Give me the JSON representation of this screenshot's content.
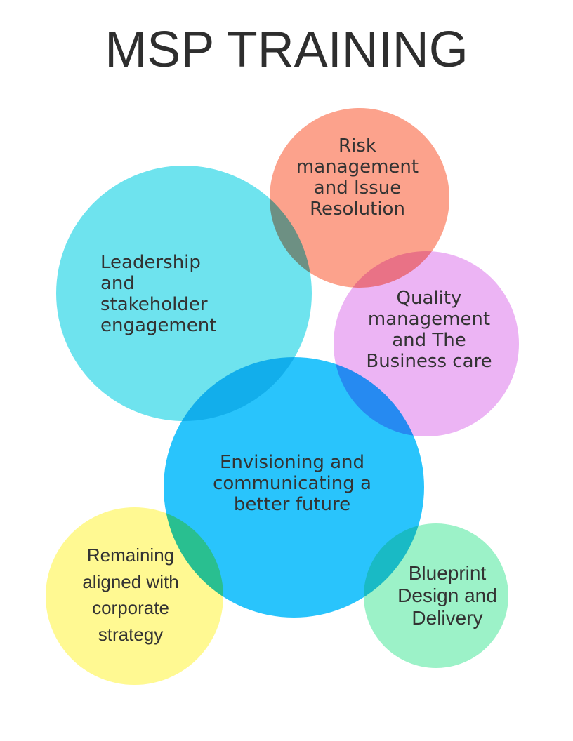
{
  "title": "MSP TRAINING",
  "colors": {
    "leadership": "#6ee3ee",
    "risk": "#fca28c",
    "quality": "#ecb4f4",
    "vision": "#29c4fc",
    "remaining": "#fff992",
    "blueprint": "#9cf2c8",
    "text": "#333333"
  },
  "nodes": {
    "leadership": {
      "lines": [
        "Leadership",
        "and",
        "stakeholder",
        "engagement"
      ]
    },
    "risk": {
      "lines": [
        "Risk",
        "management",
        "and Issue",
        "Resolution"
      ]
    },
    "quality": {
      "lines": [
        "Quality",
        "management",
        "and The",
        "Business care"
      ]
    },
    "vision": {
      "lines": [
        "Envisioning and",
        "communicating a",
        "better future"
      ]
    },
    "remaining": {
      "lines": [
        "Remaining",
        "aligned with",
        "corporate",
        "strategy"
      ]
    },
    "blueprint": {
      "lines": [
        "Blueprint",
        "Design and",
        "Delivery"
      ]
    }
  }
}
